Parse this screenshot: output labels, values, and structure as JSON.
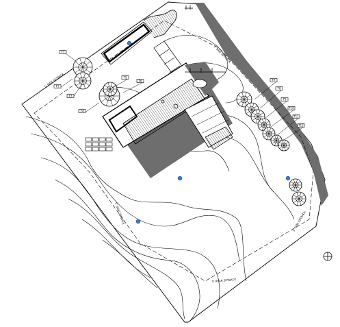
{
  "plan": {
    "setback_labels": [
      "5' SIDE SETBACK",
      "5' SIDE SETBACK",
      "5' SIDE SETBACK",
      "5' REAR SETBACK"
    ],
    "tree_tags": [
      "T1",
      "T2",
      "T3",
      "T4",
      "T5",
      "T6",
      "T7",
      "T8",
      "T9",
      "T10",
      "T11",
      "T12"
    ]
  },
  "colors": {
    "line": "#000000",
    "shadow": "#6e6e6e",
    "marker": "#3a7bd5",
    "paper": "#ffffff"
  },
  "icons": [
    "north-arrow-icon",
    "spot-elevation-icon",
    "tree-symbol-icon"
  ]
}
